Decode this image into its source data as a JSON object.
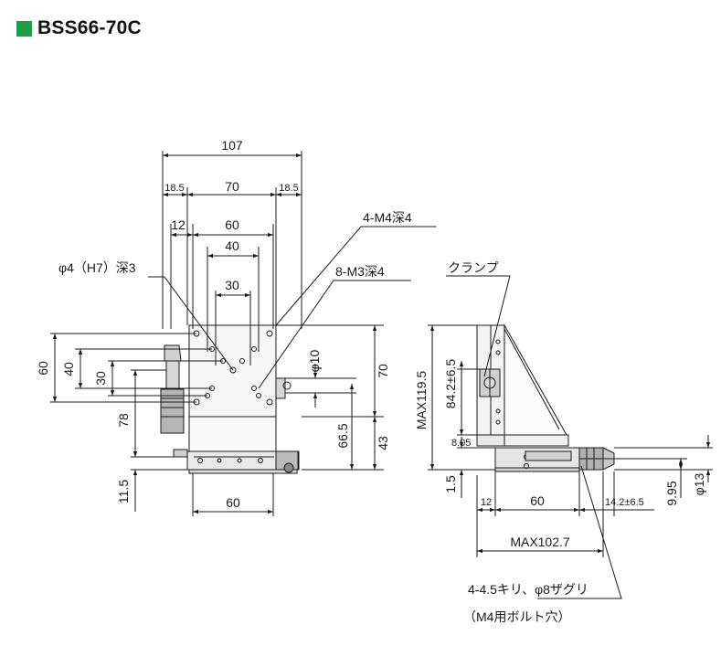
{
  "header": {
    "title": "BSS66-70C",
    "accent_color": "#1aa049"
  },
  "front_view": {
    "dims_top": {
      "w107": "107",
      "w18_5_left": "18.5",
      "w70": "70",
      "w18_5_right": "18.5",
      "w12": "12",
      "w60": "60",
      "w40": "40",
      "w30": "30"
    },
    "dims_left": {
      "h60": "60",
      "h40": "40",
      "h30": "30",
      "h78": "78",
      "h11_5": "11.5"
    },
    "dims_right": {
      "d10": "φ10",
      "h70": "70",
      "h66_5": "66.5",
      "h43": "43"
    },
    "dims_bottom": {
      "w60": "60"
    },
    "callouts": {
      "hole_h7": "φ4（H7）深3",
      "m4": "4-M4深4",
      "m3": "8-M3深4"
    }
  },
  "side_view": {
    "clamp": "クランプ",
    "dims_left": {
      "max119_5": "MAX119.5",
      "h84_2": "84.2±6.5",
      "h8_05": "8.05",
      "h1_5": "1.5"
    },
    "dims_bottom": {
      "w12": "12",
      "w60": "60",
      "w14_2": "14.2±6.5",
      "max102_7": "MAX102.7"
    },
    "dims_right": {
      "h9_95": "9.95",
      "d13": "φ13"
    },
    "note_line1": "4-4.5キリ、φ8ザグリ",
    "note_line2": "（M4用ボルト穴）"
  }
}
